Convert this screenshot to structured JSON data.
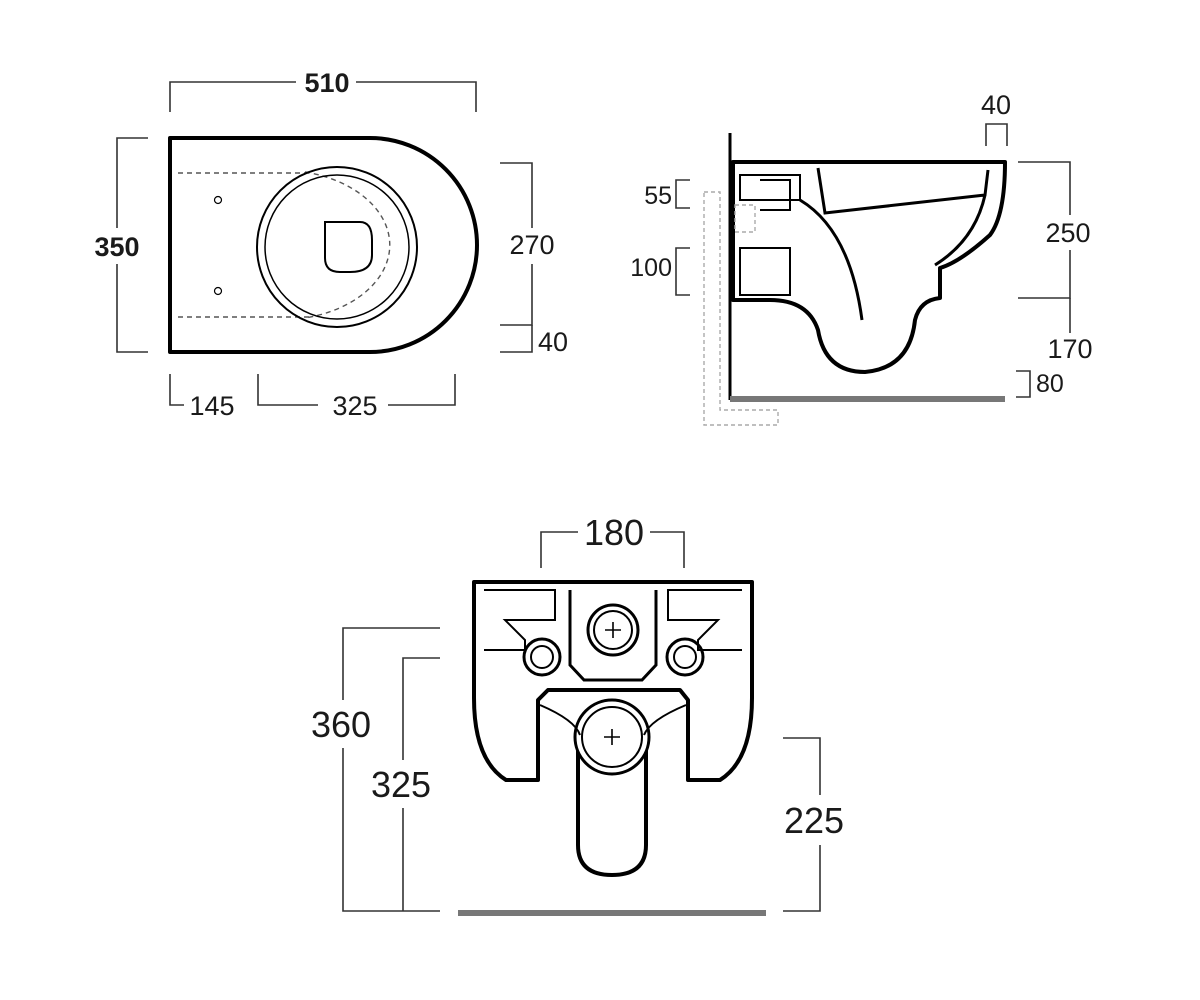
{
  "top_view": {
    "width": "510",
    "depth": "350",
    "bowl_length": "270",
    "front_offset": "40",
    "fixing_offset": "145",
    "fixing_to_front": "325"
  },
  "side_view": {
    "rim_thickness": "40",
    "inlet_height": "55",
    "outlet_height": "100",
    "bowl_height": "250",
    "base_height": "170",
    "floor_gap": "80"
  },
  "rear_view": {
    "inlet_spacing": "180",
    "fixing_height_upper": "360",
    "fixing_height_lower": "325",
    "outlet_height": "225"
  }
}
